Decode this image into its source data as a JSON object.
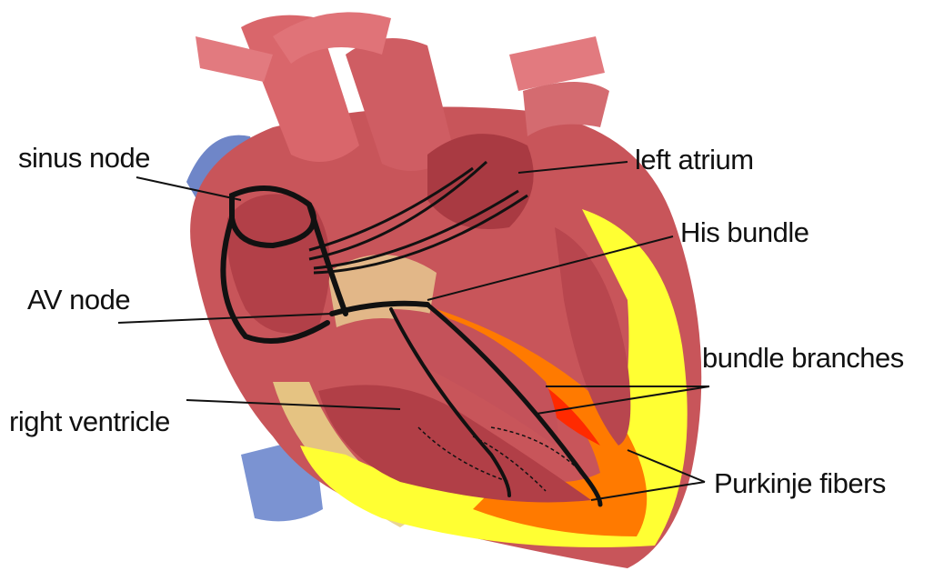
{
  "labels": {
    "sinus_node": "sinus node",
    "av_node": "AV node",
    "right_ventricle": "right ventricle",
    "left_atrium": "left atrium",
    "his_bundle": "His bundle",
    "bundle_branches": "bundle branches",
    "purkinje_fibers": "Purkinje fibers"
  },
  "colors": {
    "muscle": "#c8555a",
    "muscle_dark": "#9e2f36",
    "vessel": "#d9666b",
    "vein_blue": "#6f86c8",
    "fat": "#e8cf86",
    "yellow_zone": "#ffff33",
    "orange_zone": "#ff7a00",
    "red_zone": "#ff2a00",
    "conduction": "#111111"
  }
}
